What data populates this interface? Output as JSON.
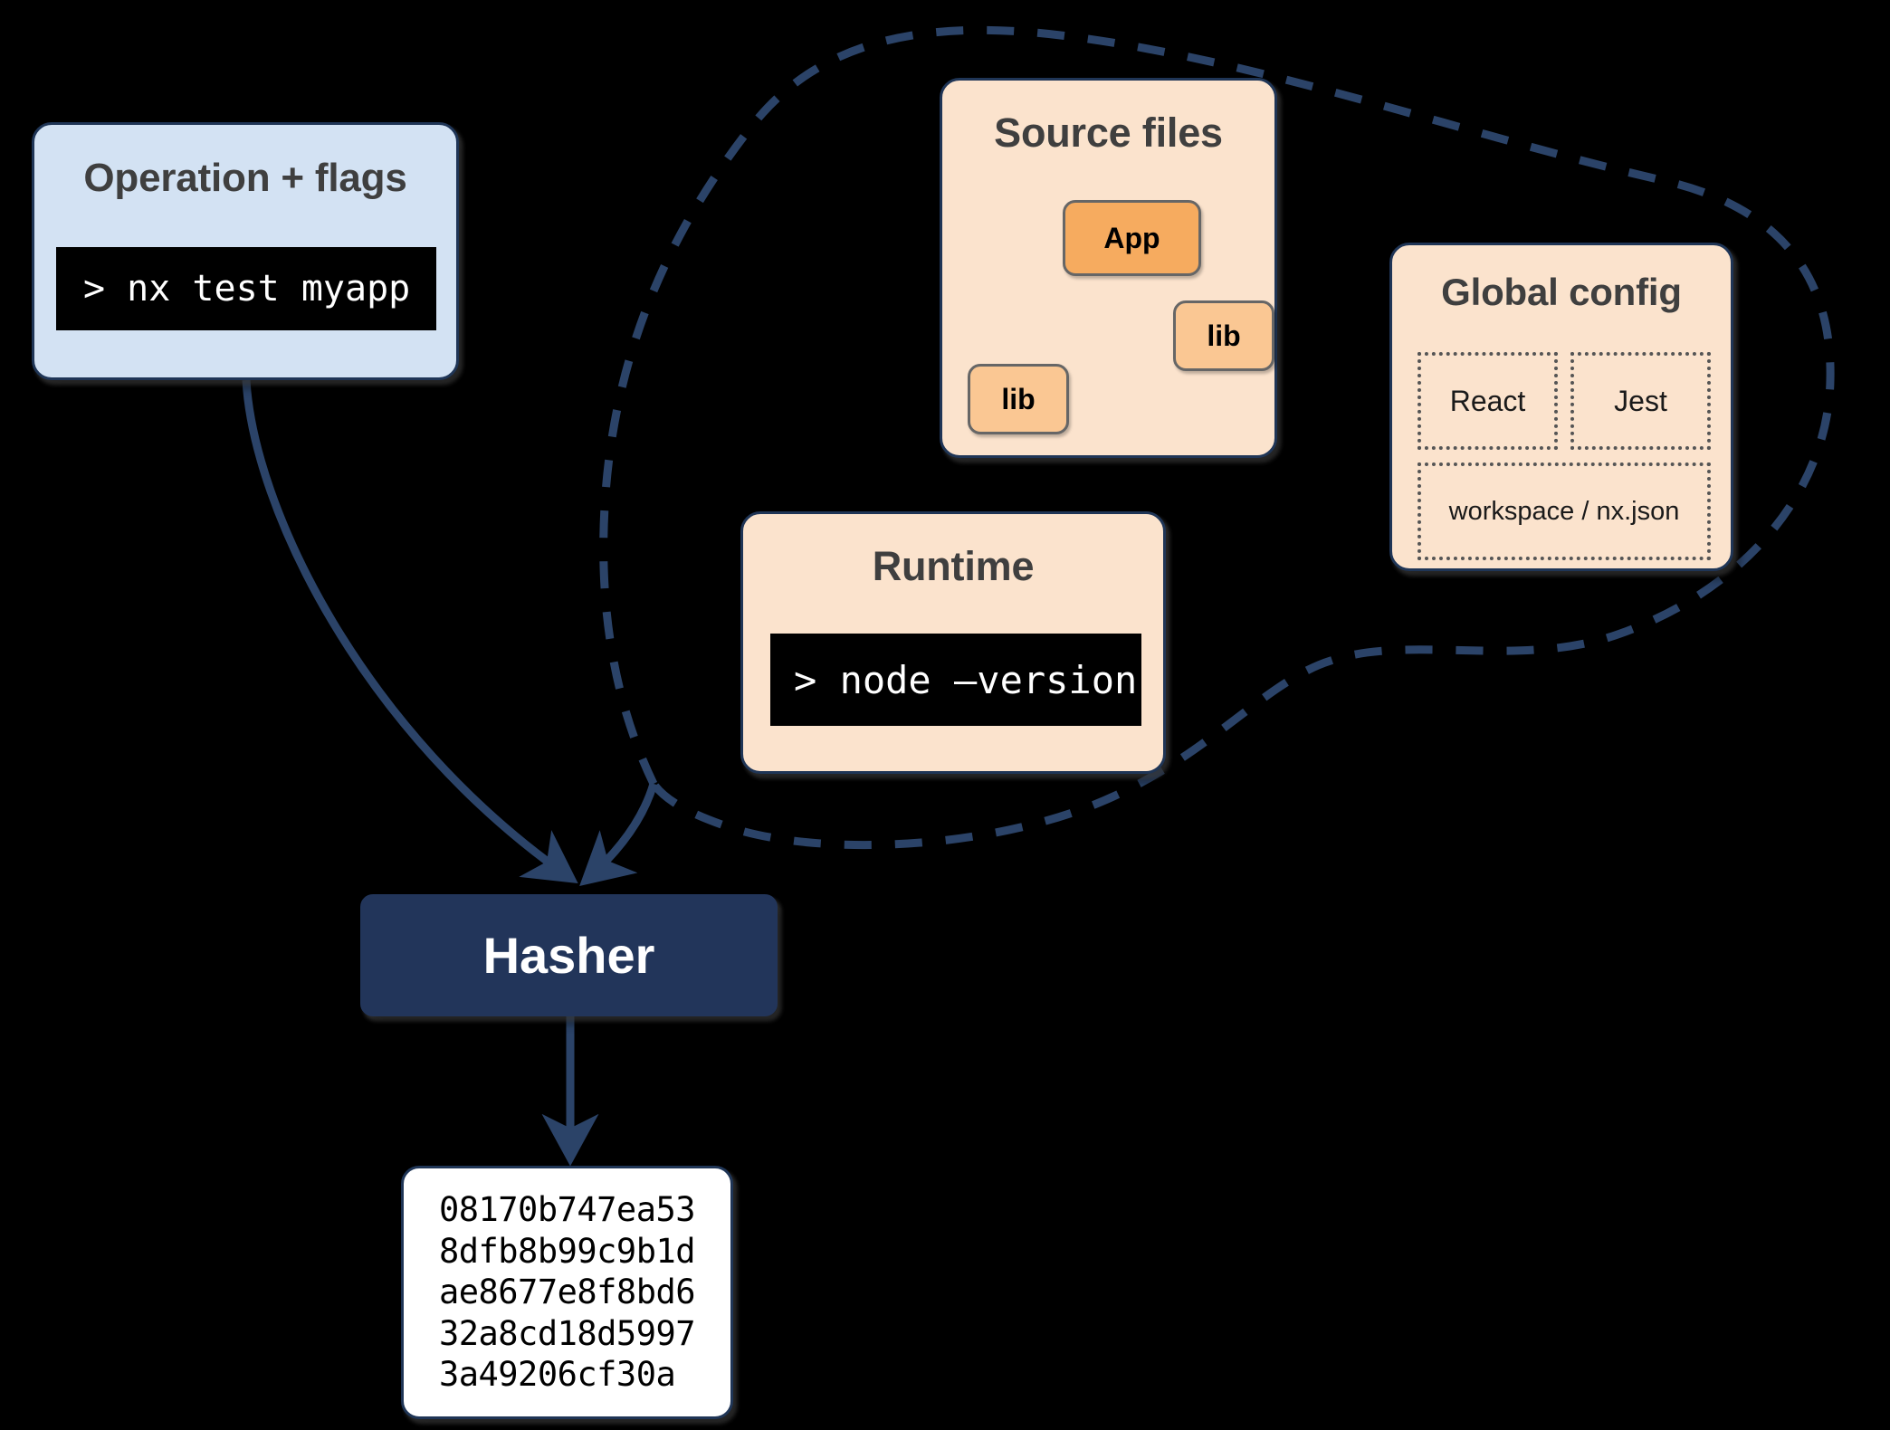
{
  "diagram": {
    "title": "Nx Hasher inputs diagram",
    "colors": {
      "background": "#000000",
      "navy": "#22355a",
      "navy_border": "#1f3556",
      "blue_card": "#d3e2f3",
      "peach_card": "#fbe3cd",
      "orange_app": "#f6ab5f",
      "orange_lib": "#fac793",
      "terminal_bg": "#000000",
      "terminal_fg": "#ffffff",
      "title_text": "#3f3f3f",
      "node_border": "#666666",
      "dotted_border": "#555555"
    }
  },
  "operation": {
    "title": "Operation + flags",
    "command": "> nx test myapp"
  },
  "source_files": {
    "title": "Source files",
    "nodes": [
      {
        "id": "app",
        "label": "App"
      },
      {
        "id": "lib-right",
        "label": "lib"
      },
      {
        "id": "lib-left",
        "label": "lib"
      }
    ],
    "edges": [
      {
        "from": "App",
        "to": "lib-right"
      },
      {
        "from": "App",
        "to": "lib-left"
      }
    ]
  },
  "global_config": {
    "title": "Global config",
    "cells": [
      "React",
      "Jest",
      "workspace / nx.json"
    ]
  },
  "runtime": {
    "title": "Runtime",
    "command": "> node –version"
  },
  "hasher": {
    "label": "Hasher"
  },
  "hash_result": {
    "lines": [
      "08170b747ea53",
      "8dfb8b99c9b1d",
      "ae8677e8f8bd6",
      "32a8cd18d5997",
      "3a49206cf30a"
    ],
    "text": "08170b747ea53\n8dfb8b99c9b1d\nae8677e8f8bd6\n32a8cd18d5997\n3a49206cf30a"
  },
  "connections": {
    "operation_to_hasher": "curved arrow",
    "inputs_cloud_to_hasher": "curved arrow",
    "hasher_to_hash": "straight arrow",
    "cloud": "dashed enclosure around Source files, Runtime and Global config"
  }
}
